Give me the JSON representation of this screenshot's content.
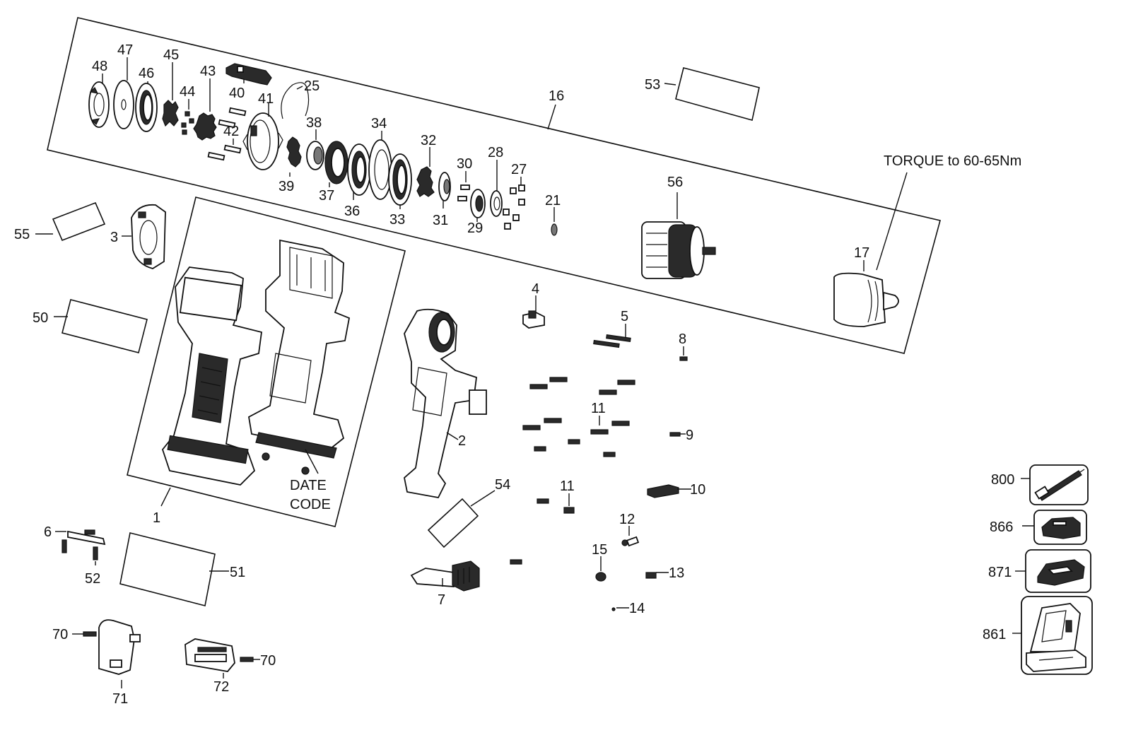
{
  "diagram": {
    "labels": {
      "l1": "1",
      "l2": "2",
      "l3": "3",
      "l4": "4",
      "l5": "5",
      "l6": "6",
      "l7": "7",
      "l8": "8",
      "l9": "9",
      "l10": "10",
      "l11a": "11",
      "l11b": "11",
      "l12": "12",
      "l13": "13",
      "l14": "14",
      "l15": "15",
      "l16": "16",
      "l17": "17",
      "l21": "21",
      "l25": "25",
      "l27": "27",
      "l28": "28",
      "l29": "29",
      "l30": "30",
      "l31": "31",
      "l32": "32",
      "l33": "33",
      "l34": "34",
      "l36": "36",
      "l37": "37",
      "l38": "38",
      "l39": "39",
      "l40": "40",
      "l41": "41",
      "l42": "42",
      "l43": "43",
      "l44": "44",
      "l45": "45",
      "l46": "46",
      "l47": "47",
      "l48": "48",
      "l50": "50",
      "l51": "51",
      "l52": "52",
      "l53": "53",
      "l54": "54",
      "l55": "55",
      "l56": "56",
      "l70a": "70",
      "l70b": "70",
      "l71": "71",
      "l72": "72",
      "l800": "800",
      "l861": "861",
      "l866": "866",
      "l871": "871"
    },
    "notes": {
      "torque": "TORQUE to 60-65Nm",
      "date_line1": "DATE",
      "date_line2": "CODE"
    }
  }
}
